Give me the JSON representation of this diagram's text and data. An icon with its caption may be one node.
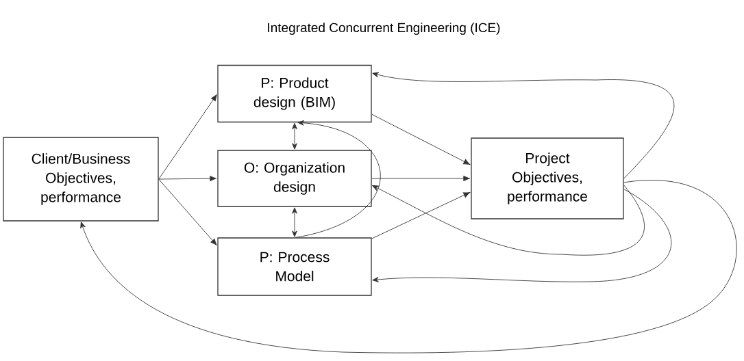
{
  "diagram": {
    "title": "Integrated Concurrent Engineering (ICE)",
    "nodes": [
      {
        "text": [
          "Client/Business Objectives, performance"
        ]
      },
      {
        "text": [
          "P: Product design (BIM)"
        ]
      },
      {
        "text": [
          "O: Organization design"
        ]
      },
      {
        "text": [
          "P: Process Model"
        ]
      },
      {
        "text": [
          "Project Objectives, performance"
        ]
      }
    ],
    "edges": [
      {
        "from": 0,
        "to": 1,
        "arrow": "to"
      },
      {
        "from": 0,
        "to": 2,
        "arrow": "to"
      },
      {
        "from": 0,
        "to": 3,
        "arrow": "to"
      },
      {
        "from": 1,
        "to": 2,
        "arrow": "both"
      },
      {
        "from": 2,
        "to": 3,
        "arrow": "both"
      },
      {
        "from": 3,
        "to": 1,
        "arrow": "to"
      },
      {
        "from": 1,
        "to": 4,
        "arrow": "to"
      },
      {
        "from": 2,
        "to": 4,
        "arrow": "to"
      },
      {
        "from": 3,
        "to": 4,
        "arrow": "to"
      },
      {
        "from": 4,
        "to": 1,
        "arrow": "to"
      },
      {
        "from": 4,
        "to": 2,
        "arrow": "to"
      },
      {
        "from": 4,
        "to": 3,
        "arrow": "to"
      },
      {
        "from": 4,
        "to": 0,
        "arrow": "to"
      }
    ]
  }
}
